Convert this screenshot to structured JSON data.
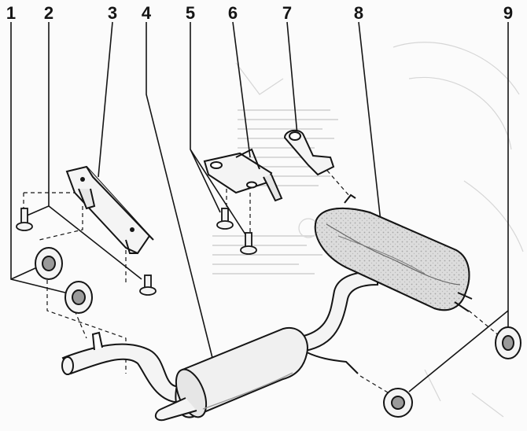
{
  "callouts": [
    "1",
    "2",
    "3",
    "4",
    "5",
    "6",
    "7",
    "8",
    "9"
  ],
  "colors": {
    "ink": "#151515",
    "part_fill": "#f4f4f4",
    "muffler_fill": "#dcdcdc",
    "shade": "#9a9a9a",
    "bleed": "#cfcfcf"
  }
}
